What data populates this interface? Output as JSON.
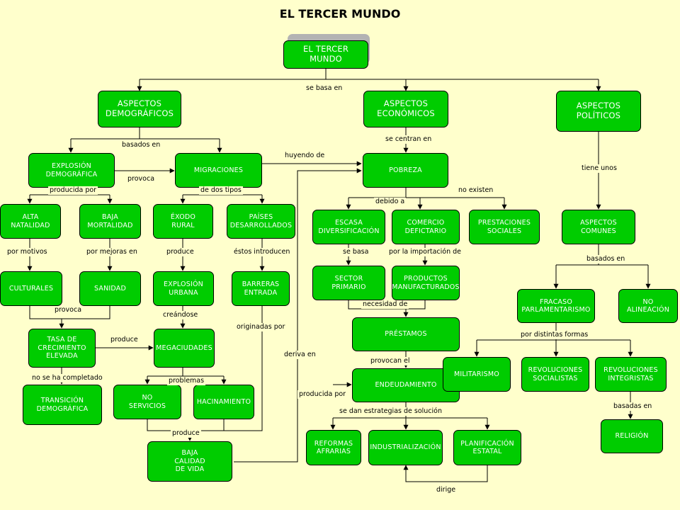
{
  "title": "EL TERCER MUNDO",
  "nodes": {
    "root": "EL TERCER\nMUNDO",
    "demograficos": "ASPECTOS\nDEMOGRÁFICOS",
    "economicos": "ASPECTOS\nECONÓMICOS",
    "politicos": "ASPECTOS\nPOLÍTICOS",
    "explosion": "EXPLOSIÓN\nDEMOGRÁFICA",
    "migraciones": "MIGRACIONES",
    "pobreza": "POBREZA",
    "alta_natalidad": "ALTA\nNATALIDAD",
    "baja_mortalidad": "BAJA\nMORTALIDAD",
    "exodo": "ÉXODO\nRURAL",
    "paises": "PAÍSES\nDESARROLLADOS",
    "escasa": "ESCASA\nDIVERSIFICACIÓN",
    "comercio": "COMERCIO\nDEFICTARIO",
    "prestaciones": "PRESTACIONES\nSOCIALES",
    "aspectos_comunes": "ASPECTOS\nCOMUNES",
    "culturales": "CULTURALES",
    "sanidad": "SANIDAD",
    "explosion_urbana": "EXPLOSIÓN\nURBANA",
    "barreras": "BARRERAS\nENTRADA",
    "sector": "SECTOR\nPRIMARIO",
    "productos": "PRODUCTOS\nMANUFACTURADOS",
    "fracaso": "FRACASO\nPARLAMENTARISMO",
    "no_alineacion": "NO\nALINEACIÓN",
    "tasa": "TASA DE\nCRECIMIENTO\nELEVADA",
    "megaciudades": "MEGACIUDADES",
    "prestamos": "PRÉSTAMOS",
    "transicion": "TRANSICIÓN\nDEMOGRÁFICA",
    "no_servicios": "NO\nSERVICIOS",
    "hacinamiento": "HACINAMIENTO",
    "endeudamiento": "ENDEUDAMIENTO",
    "militarismo": "MILITARISMO",
    "rev_socialistas": "REVOLUCIONES\nSOCIALISTAS",
    "rev_integristas": "REVOLUCIONES\nINTEGRISTAS",
    "religion": "RELIGIÓN",
    "reformas": "REFORMAS\nAFRARIAS",
    "industrializacion": "INDUSTRIALIZACIÓN",
    "planificacion": "PLANIFICACIÓN\nESTATAL",
    "baja_calidad": "BAJA\nCALIDAD\nDE VIDA"
  },
  "labels": {
    "se_basa_en": "se basa en",
    "basados_en": "basados en",
    "se_centran_en": "se centran en",
    "huyendo_de": "huyendo de",
    "tiene_unos": "tiene unos",
    "provoca_1": "provoca",
    "producida_por_1": "producida por",
    "de_dos_tipos": "de dos tipos",
    "debido_a": "debido a",
    "no_existen": "no existen",
    "por_motivos": "por motivos",
    "por_mejoras_en": "por mejoras en",
    "produce_1": "produce",
    "estos_introducen": "éstos introducen",
    "se_basa": "se basa",
    "por_la_importacion_de": "por la importación de",
    "basados_en_2": "basados en",
    "provoca_2": "provoca",
    "creandose": "creándose",
    "necesidad_de": "necesidad de",
    "originadas_por": "originadas por",
    "produce_2": "produce",
    "por_distintas_formas": "por distintas formas",
    "deriva_en": "deriva en",
    "provocan_el": "provocan el",
    "no_se_ha_completado": "no se ha completado",
    "problemas": "problemas",
    "producida_por_2": "producida por",
    "basadas_en": "basadas en",
    "se_dan_estrategias": "se dan estrategias de solución",
    "produce_3": "produce",
    "dirige": "dirige"
  }
}
